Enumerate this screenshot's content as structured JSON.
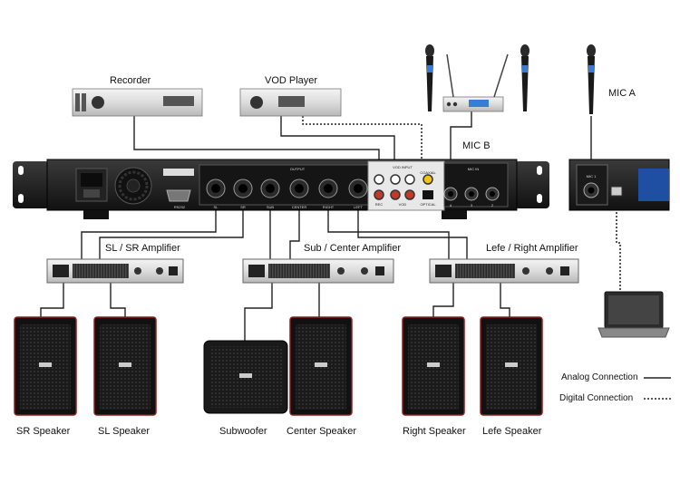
{
  "devices": {
    "recorder": "Recorder",
    "vod_player": "VOD Player",
    "mic_a": "MIC A",
    "mic_b": "MIC B"
  },
  "amplifiers": [
    {
      "name": "SL / SR Amplifier"
    },
    {
      "name": "Sub / Center Amplifier"
    },
    {
      "name": "Lefe / Right Amplifier"
    }
  ],
  "speakers": [
    {
      "name": "SR Speaker"
    },
    {
      "name": "SL Speaker"
    },
    {
      "name": "Subwoofer"
    },
    {
      "name": "Center Speaker"
    },
    {
      "name": "Right Speaker"
    },
    {
      "name": "Lefe Speaker"
    }
  ],
  "panel": {
    "output_label": "OUTPUT",
    "mic_in_label": "MIC IN",
    "vod_input_label": "VOD INPUT",
    "optical_label": "OPTICAL",
    "coaxial_label": "COAXIAL",
    "rec_label": "REC",
    "vod_label": "VOD",
    "rs232_label": "RS232",
    "output_ports": [
      "SL",
      "SR",
      "SUB",
      "CENTER",
      "RIGHT",
      "LEFT"
    ],
    "mic_ports": [
      "4",
      "3",
      "2"
    ],
    "mic1_label": "MIC 1"
  },
  "legend": {
    "analog": "Analog Connection",
    "digital": "Digital Connection"
  }
}
